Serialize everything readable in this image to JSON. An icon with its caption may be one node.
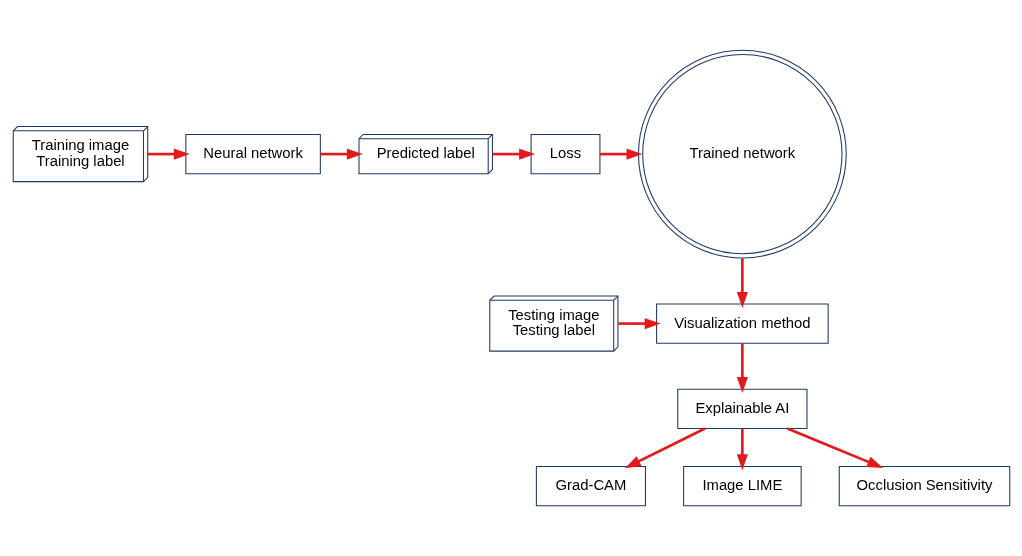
{
  "diagram": {
    "nodes": [
      {
        "text": [
          "Training image",
          "Training label"
        ]
      },
      {
        "text": [
          "Neural network"
        ]
      },
      {
        "text": [
          "Predicted label"
        ]
      },
      {
        "text": [
          "Loss"
        ]
      },
      {
        "text": [
          "Trained network"
        ]
      },
      {
        "text": [
          "Testing image",
          "Testing label"
        ]
      },
      {
        "text": [
          "Visualization method"
        ]
      },
      {
        "text": [
          "Explainable AI"
        ]
      },
      {
        "text": [
          "Grad-CAM"
        ]
      },
      {
        "text": [
          "Image LIME"
        ]
      },
      {
        "text": [
          "Occlusion Sensitivity"
        ]
      }
    ],
    "edges": [
      {
        "from": 0,
        "to": 1,
        "arrow": "to"
      },
      {
        "from": 1,
        "to": 2,
        "arrow": "to"
      },
      {
        "from": 2,
        "to": 3,
        "arrow": "to"
      },
      {
        "from": 3,
        "to": 4,
        "arrow": "to"
      },
      {
        "from": 4,
        "to": 6,
        "arrow": "to"
      },
      {
        "from": 5,
        "to": 6,
        "arrow": "to"
      },
      {
        "from": 6,
        "to": 7,
        "arrow": "to"
      },
      {
        "from": 7,
        "to": 8,
        "arrow": "to"
      },
      {
        "from": 7,
        "to": 9,
        "arrow": "to"
      },
      {
        "from": 7,
        "to": 10,
        "arrow": "to"
      }
    ]
  }
}
